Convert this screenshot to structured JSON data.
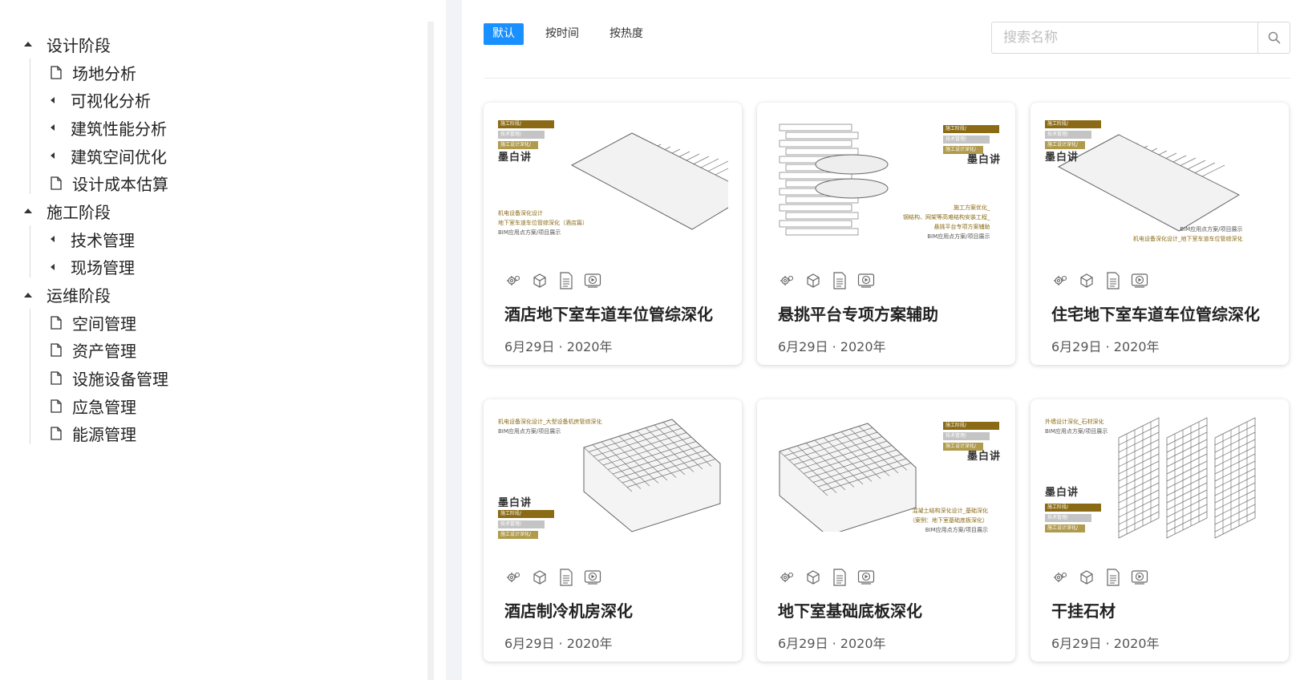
{
  "tree": [
    {
      "label": "设计阶段",
      "children": [
        {
          "label": "场地分析",
          "kind": "leaf"
        },
        {
          "label": "可视化分析",
          "kind": "collapsed"
        },
        {
          "label": "建筑性能分析",
          "kind": "collapsed"
        },
        {
          "label": "建筑空间优化",
          "kind": "collapsed"
        },
        {
          "label": "设计成本估算",
          "kind": "leaf"
        }
      ]
    },
    {
      "label": "施工阶段",
      "children": [
        {
          "label": "技术管理",
          "kind": "collapsed"
        },
        {
          "label": "现场管理",
          "kind": "collapsed"
        }
      ]
    },
    {
      "label": "运维阶段",
      "children": [
        {
          "label": "空间管理",
          "kind": "leaf"
        },
        {
          "label": "资产管理",
          "kind": "leaf"
        },
        {
          "label": "设施设备管理",
          "kind": "leaf"
        },
        {
          "label": "应急管理",
          "kind": "leaf"
        },
        {
          "label": "能源管理",
          "kind": "leaf"
        }
      ]
    }
  ],
  "sort": {
    "options": [
      "默认",
      "按时间",
      "按热度"
    ],
    "active": 0,
    "active_color": "#1890ff"
  },
  "search": {
    "placeholder": "搜索名称"
  },
  "thumb_text": {
    "tag1": "施工阶段/",
    "tag2": "技术管理/",
    "tag3": "施工设计深化/",
    "brand": "墨白讲"
  },
  "cards": [
    {
      "title": "酒店地下室车道车位管综深化",
      "date": "6月29日 · 2020年",
      "caption": [
        "机电设备深化设计",
        "地下室车道车位管综深化（酒店篇）",
        "BIM应用点方案/项目展示"
      ]
    },
    {
      "title": "悬挑平台专项方案辅助",
      "date": "6月29日 · 2020年",
      "caption": [
        "施工方案优化_",
        "钢结构、网架等高难结构安装工程_",
        "悬挑平台专项方案辅助",
        "BIM应用点方案/项目展示"
      ]
    },
    {
      "title": "住宅地下室车道车位管综深化",
      "date": "6月29日 · 2020年",
      "caption": [
        "BIM应用点方案/项目展示",
        "机电设备深化设计_地下室车道车位管综深化"
      ]
    },
    {
      "title": "酒店制冷机房深化",
      "date": "6月29日 · 2020年",
      "caption": [
        "机电设备深化设计_大型设备机房管综深化",
        "BIM应用点方案/项目展示"
      ]
    },
    {
      "title": "地下室基础底板深化",
      "date": "6月29日 · 2020年",
      "caption": [
        "混凝土结构深化设计_基础深化",
        "（案例：地下室基础底板深化）",
        "BIM应用点方案/项目展示"
      ]
    },
    {
      "title": "干挂石材",
      "date": "6月29日 · 2020年",
      "caption": [
        "外墙设计深化_石材深化",
        "BIM应用点方案/项目展示"
      ]
    }
  ],
  "colors": {
    "tag_gold": "#8a6a14",
    "tag_gray": "#c4c4c4",
    "tag_olive": "#b09a4c"
  }
}
